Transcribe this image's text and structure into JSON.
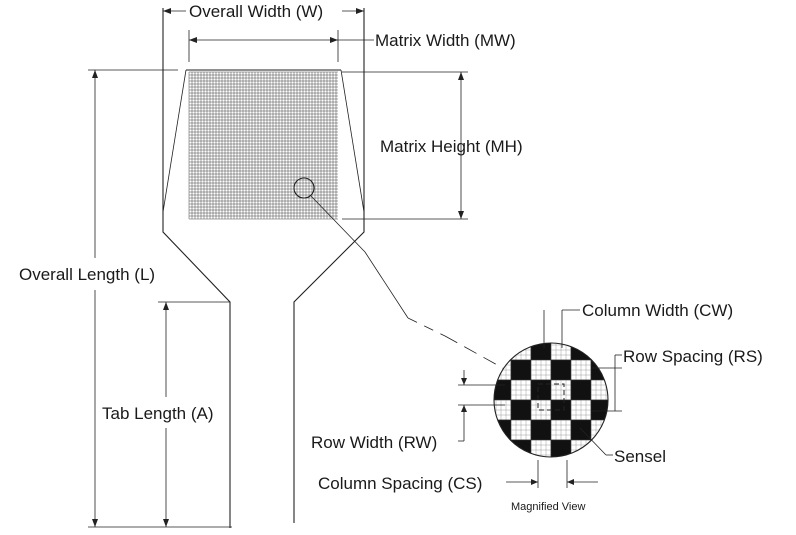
{
  "labels": {
    "overall_width": "Overall Width (W)",
    "matrix_width": "Matrix Width (MW)",
    "matrix_height": "Matrix Height (MH)",
    "overall_length": "Overall Length (L)",
    "tab_length": "Tab Length (A)",
    "column_width": "Column Width (CW)",
    "row_spacing": "Row Spacing (RS)",
    "row_width": "Row Width (RW)",
    "sensel": "Sensel",
    "column_spacing": "Column Spacing (CS)",
    "magnified_view": "Magnified View"
  },
  "colors": {
    "line": "#222222",
    "cell_dark": "#111111",
    "background": "#ffffff"
  }
}
